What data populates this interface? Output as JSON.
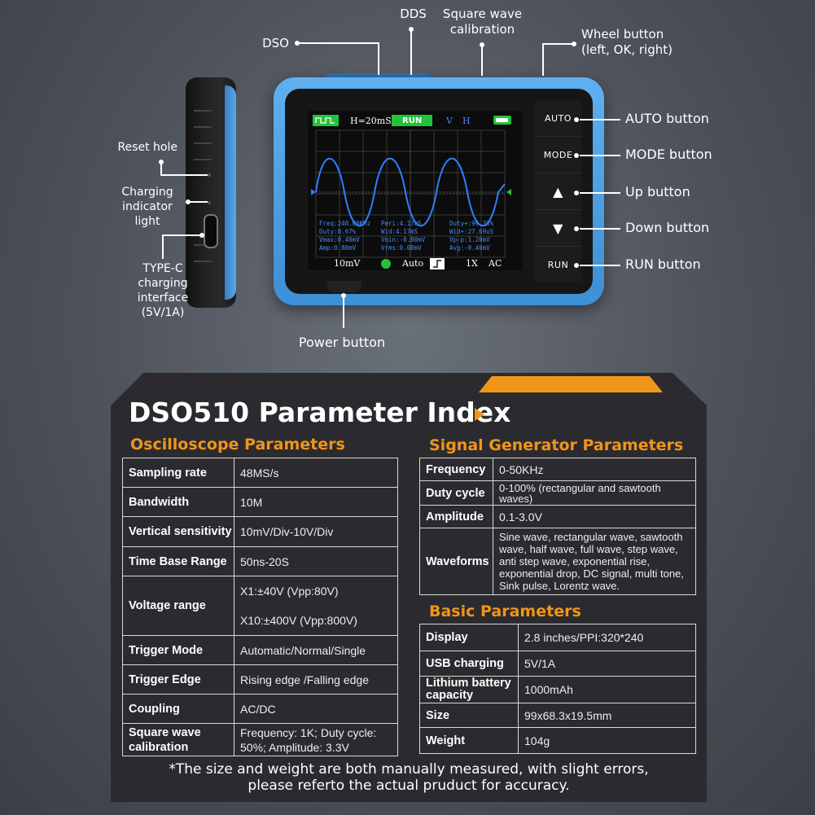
{
  "callouts": {
    "dso": "DSO",
    "dds": "DDS",
    "square_wave_1": "Square wave",
    "square_wave_2": "calibration",
    "wheel_1": "Wheel button",
    "wheel_2": "(left, OK, right)",
    "reset": "Reset hole",
    "charging_1": "Charging",
    "charging_2": "indicator",
    "charging_3": "light",
    "typec_1": "TYPE-C",
    "typec_2": "charging",
    "typec_3": "interface",
    "typec_4": "(5V/1A)",
    "auto": "AUTO button",
    "mode": "MODE button",
    "up": "Up button",
    "down": "Down button",
    "run": "RUN button",
    "power": "Power button"
  },
  "device": {
    "buttons": {
      "auto": "AUTO",
      "mode": "MODE",
      "up": "▲",
      "down": "▼",
      "run": "RUN"
    },
    "screen": {
      "timebase": "H=20mS",
      "run": "RUN",
      "v": "V",
      "h": "H",
      "bottom": {
        "volts": "10mV",
        "trigger_mode": "Auto",
        "probe": "1X",
        "coupling": "AC"
      },
      "readouts": {
        "freq": "Freq:240.00KHz",
        "duty": "Duty:0.67%",
        "vmax": "Vmax:0.40mV",
        "amp": "Amp:0.80mV",
        "peri": "Peri:4.17mS",
        "wid": "Wid:4.17mS",
        "vmin": "Vmin:-0.80mV",
        "vrms": "Vrms:0.00mV",
        "duty2": "Duty+:99.33%",
        "wid2": "Wid+:27.69uS",
        "vpp": "Vp-p:1.20mV",
        "avg": "Avg:-0.40mV"
      }
    }
  },
  "panel": {
    "title": "DSO510 Parameter Index",
    "osc_title": "Oscilloscope Parameters",
    "osc": [
      {
        "k": "Sampling rate",
        "v": "48MS/s"
      },
      {
        "k": "Bandwidth",
        "v": "10M"
      },
      {
        "k": "Vertical sensitivity",
        "v": "10mV/Div-10V/Div"
      },
      {
        "k": "Time Base Range",
        "v": "50ns-20S"
      },
      {
        "k": "Voltage range",
        "v": "X1:±40V (Vpp:80V)",
        "v2": "X10:±400V (Vpp:800V)"
      },
      {
        "k": "Trigger Mode",
        "v": "Automatic/Normal/Single"
      },
      {
        "k": "Trigger Edge",
        "v": "Rising edge /Falling edge"
      },
      {
        "k": "Coupling",
        "v": "AC/DC"
      },
      {
        "k": "Square wave calibration",
        "v": "Frequency: 1K; Duty cycle: 50%; Amplitude: 3.3V"
      }
    ],
    "sig_title": "Signal Generator Parameters",
    "sig": [
      {
        "k": "Frequency",
        "v": "0-50KHz"
      },
      {
        "k": "Duty cycle",
        "v": "0-100% (rectangular and sawtooth waves)"
      },
      {
        "k": "Amplitude",
        "v": "0.1-3.0V"
      },
      {
        "k": "Waveforms",
        "v": "Sine wave, rectangular wave, sawtooth wave, half wave, full wave, step wave, anti step wave, exponential rise, exponential drop, DC signal, multi tone, Sink pulse, Lorentz wave."
      }
    ],
    "basic_title": "Basic Parameters",
    "basic": [
      {
        "k": "Display",
        "v": "2.8 inches/PPI:320*240"
      },
      {
        "k": "USB charging",
        "v": "5V/1A"
      },
      {
        "k": "Lithium battery capacity",
        "v": "1000mAh"
      },
      {
        "k": "Size",
        "v": "99x68.3x19.5mm"
      },
      {
        "k": "Weight",
        "v": "104g"
      }
    ],
    "note_1": "*The size and weight are both manually measured, with slight errors,",
    "note_2": "please referto the actual pruduct for accuracy."
  },
  "colors": {
    "accent": "#f0951a",
    "device_blue": "#4a9ee6",
    "screen_green": "#2ecc40",
    "wave_blue": "#2f7fff"
  }
}
